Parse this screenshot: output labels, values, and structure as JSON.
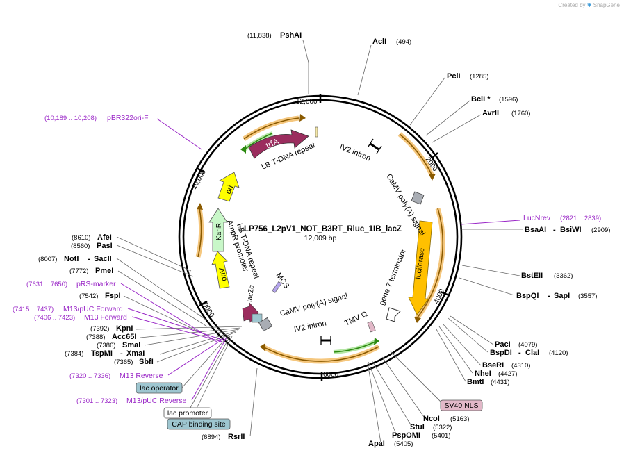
{
  "credit": {
    "prefix": "Created by",
    "brand": "SnapGene"
  },
  "plasmid": {
    "name": "LLP756_L2pV1_NOT_B3RT_Rluc_1IB_lacZ",
    "length": "12,009 bp"
  },
  "ticks": [
    "12,000",
    "2000",
    "4000",
    "6000",
    "8000",
    "10,000"
  ],
  "sites": [
    {
      "name": "PshAI",
      "pos": "(11,838)"
    },
    {
      "name": "AclI",
      "pos": "(494)"
    },
    {
      "name": "PciI",
      "pos": "(1285)"
    },
    {
      "name": "BclI *",
      "pos": "(1596)"
    },
    {
      "name": "AvrII",
      "pos": "(1760)"
    },
    {
      "name": "BsaAI",
      "name2": "BsiWI",
      "pos": "(2909)"
    },
    {
      "name": "BstEII",
      "pos": "(3362)"
    },
    {
      "name": "BspQI",
      "name2": "SapI",
      "pos": "(3557)"
    },
    {
      "name": "PacI",
      "pos": "(4079)"
    },
    {
      "name": "BspDI",
      "name2": "ClaI",
      "pos": "(4120)"
    },
    {
      "name": "BseRI",
      "pos": "(4310)"
    },
    {
      "name": "NheI",
      "pos": "(4427)"
    },
    {
      "name": "BmtI",
      "pos": "(4431)"
    },
    {
      "name": "NcoI",
      "pos": "(5163)"
    },
    {
      "name": "StuI",
      "pos": "(5322)"
    },
    {
      "name": "PspOMI",
      "pos": "(5401)"
    },
    {
      "name": "ApaI",
      "pos": "(5405)"
    },
    {
      "name": "RsrII",
      "pos": "(6894)"
    },
    {
      "name": "SbfI",
      "pos": "(7365)"
    },
    {
      "name": "TspMI",
      "name2": "XmaI",
      "pos": "(7384)"
    },
    {
      "name": "SmaI",
      "pos": "(7386)"
    },
    {
      "name": "Acc65I",
      "pos": "(7388)"
    },
    {
      "name": "KpnI",
      "pos": "(7392)"
    },
    {
      "name": "FspI",
      "pos": "(7542)"
    },
    {
      "name": "PmeI",
      "pos": "(7772)"
    },
    {
      "name": "NotI",
      "name2": "SacII",
      "pos": "(8007)"
    },
    {
      "name": "PasI",
      "pos": "(8560)"
    },
    {
      "name": "AfeI",
      "pos": "(8610)"
    }
  ],
  "primers": [
    {
      "name": "pBR322ori-F",
      "pos": "(10,189 .. 10,208)"
    },
    {
      "name": "LucNrev",
      "pos": "(2821 .. 2839)"
    },
    {
      "name": "pRS-marker",
      "pos": "(7631 .. 7650)"
    },
    {
      "name": "M13/pUC Forward",
      "pos": "(7415 .. 7437)"
    },
    {
      "name": "M13 Forward",
      "pos": "(7406 .. 7423)"
    },
    {
      "name": "M13 Reverse",
      "pos": "(7320 .. 7336)"
    },
    {
      "name": "M13/pUC Reverse",
      "pos": "(7301 .. 7323)"
    }
  ],
  "boxed": [
    {
      "name": "SV40 NLS",
      "color": "#e2b8c8"
    },
    {
      "name": "lac operator",
      "color": "#9ec6d0"
    },
    {
      "name": "lac promoter",
      "color": "#ffffff"
    },
    {
      "name": "CAP binding site",
      "color": "#9ec6d0"
    }
  ],
  "features": {
    "trfA": "trfA",
    "ori": "ori",
    "kanR": "KanR",
    "oriV": "oriV",
    "lacZa": "lacZα",
    "luciferase": "luciferase",
    "lb_repeat": "LB T-DNA repeat",
    "rb_repeat": "LB T-DNA repeat",
    "iv2_top": "IV2 intron",
    "camv_top": "CaMV poly(A) signal",
    "gene7": "gene 7 terminator",
    "tmv": "TMV Ω",
    "camv_bottom": "CaMV poly(A) signal",
    "iv2_bottom": "IV2 intron",
    "mcs": "MCS",
    "amp_promoter": "AmpR promoter"
  },
  "colors": {
    "trfA": "#9b2d5e",
    "ori": "#ffff00",
    "kanR": "#c8f7c8",
    "oriV": "#ffff00",
    "lacZa": "#9b2d5e",
    "luciferase": "#ffc000",
    "orf_glow": "#f5c77e",
    "orf_line": "#8a5a00",
    "green_glow": "#b6e7a6",
    "green_line": "#2c8a10",
    "primer": "#9a27c7",
    "terminator": "#a9adb4",
    "mcs": "#b4a4ec"
  }
}
